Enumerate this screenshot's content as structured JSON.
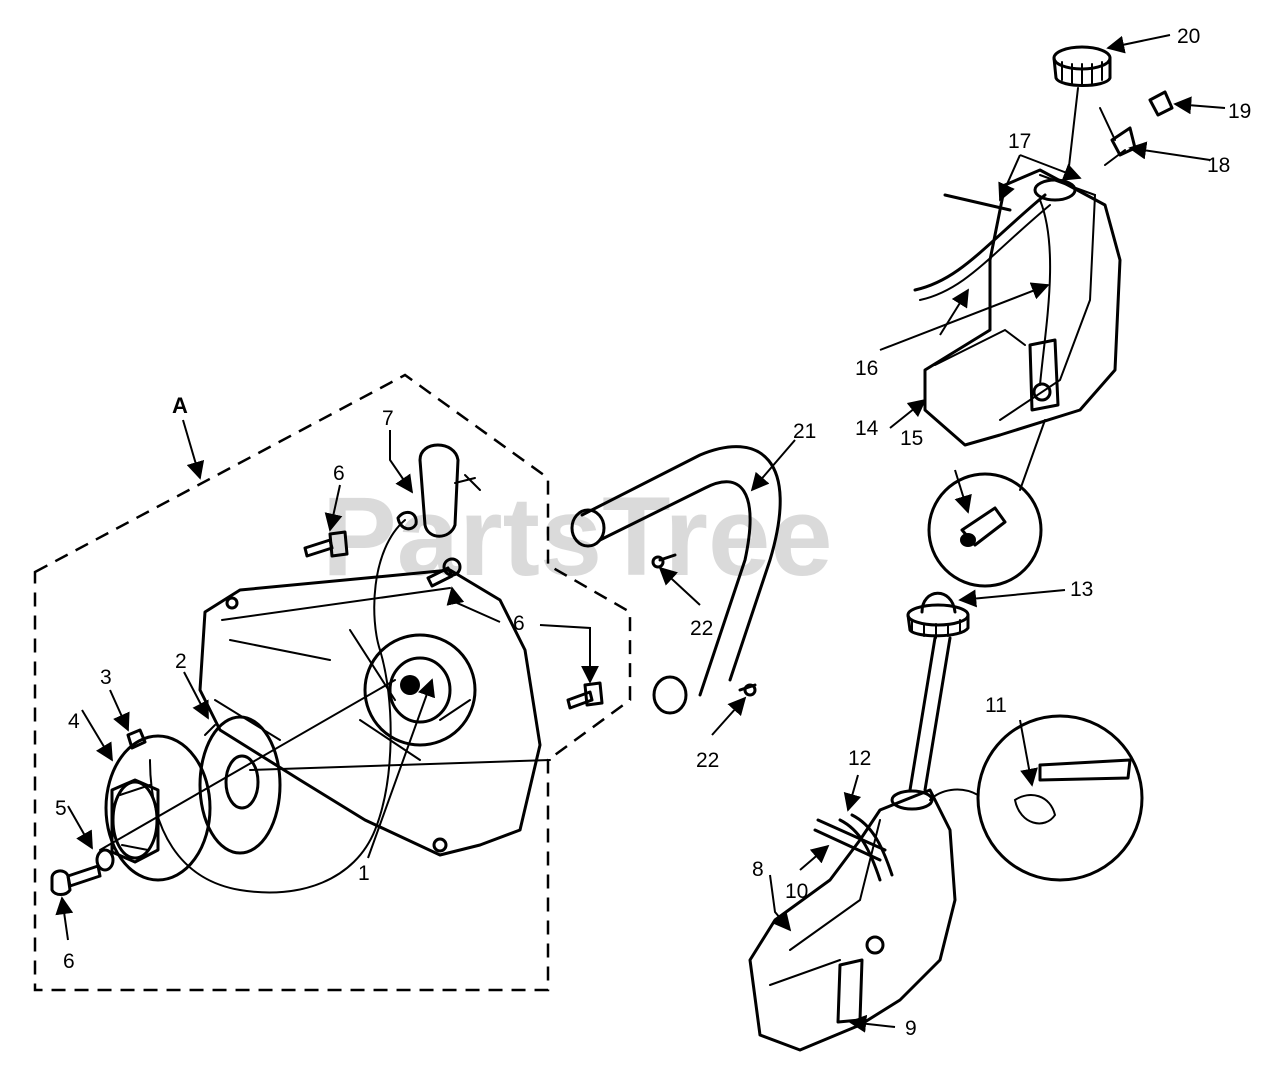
{
  "watermark": "PartsTree",
  "assembly_label": "A",
  "callouts": {
    "c1": "1",
    "c2": "2",
    "c3": "3",
    "c4": "4",
    "c5": "5",
    "c6a": "6",
    "c6b": "6",
    "c6c": "6",
    "c7": "7",
    "c8": "8",
    "c9": "9",
    "c10": "10",
    "c11": "11",
    "c12": "12",
    "c13": "13",
    "c14": "14",
    "c15": "15",
    "c16": "16",
    "c17": "17",
    "c18": "18",
    "c19": "19",
    "c20": "20",
    "c21": "21",
    "c22a": "22",
    "c22b": "22"
  }
}
